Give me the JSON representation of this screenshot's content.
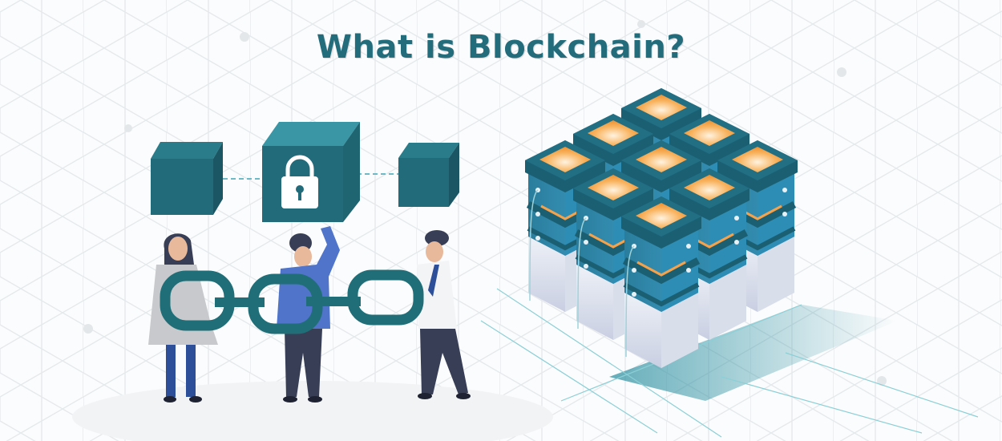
{
  "title": "What is Blockchain?",
  "colors": {
    "title": "#226c7c",
    "block_teal": "#216b7a",
    "block_top": "#3a95a5",
    "chain": "#1f6e78",
    "server_blue": "#2f86a8",
    "server_dark": "#1b5f73",
    "server_glow": "#f6a24a",
    "server_base": "#dfe4ef",
    "person_woman_coat": "#c7c9cc",
    "person_center_shirt": "#4f74c9",
    "person_right_shirt": "#f3f4f6",
    "pants_dark": "#383e55",
    "pants_blue": "#2d4f9a"
  },
  "illustration": {
    "blocks": [
      "block-left",
      "block-center-locked",
      "block-right"
    ],
    "people": [
      "woman-gray-coat",
      "man-blue-sweater",
      "man-white-shirt-tie"
    ],
    "chain_links": 3,
    "server_stacks": 9
  }
}
